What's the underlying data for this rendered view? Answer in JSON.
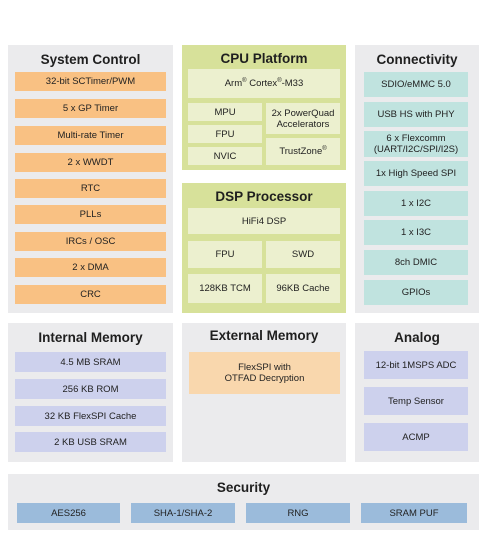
{
  "system_control": {
    "title": "System Control",
    "items": [
      "32-bit SCTimer/PWM",
      "5 x GP Timer",
      "Multi-rate Timer",
      "2 x WWDT",
      "RTC",
      "PLLs",
      "IRCs / OSC",
      "2 x DMA",
      "CRC"
    ]
  },
  "cpu_platform": {
    "title": "CPU Platform",
    "core_a": "Arm",
    "core_reg": "®",
    "core_b": " Cortex",
    "core_c": "-M33",
    "mpu": "MPU",
    "powerquad": "2x PowerQuad\nAccelerators",
    "fpu": "FPU",
    "nvic": "NVIC",
    "trustzone": "TrustZone",
    "trustzone_reg": "®"
  },
  "dsp_processor": {
    "title": "DSP Processor",
    "core": "HiFi4 DSP",
    "fpu": "FPU",
    "swd": "SWD",
    "tcm": "128KB TCM",
    "cache": "96KB Cache"
  },
  "connectivity": {
    "title": "Connectivity",
    "items": [
      "SDIO/eMMC 5.0",
      "USB HS with PHY",
      "6 x Flexcomm\n(UART/I2C/SPI/I2S)",
      "1x High Speed SPI",
      "1 x I2C",
      "1 x I3C",
      "8ch DMIC",
      "GPIOs"
    ]
  },
  "internal_memory": {
    "title": "Internal Memory",
    "items": [
      "4.5 MB SRAM",
      "256 KB ROM",
      "32 KB FlexSPI Cache",
      "2 KB USB SRAM"
    ]
  },
  "external_memory": {
    "title": "External Memory",
    "flexspi": "FlexSPI with\nOTFAD Decryption"
  },
  "analog": {
    "title": "Analog",
    "items": [
      "12-bit 1MSPS ADC",
      "Temp Sensor",
      "ACMP"
    ]
  },
  "security": {
    "title": "Security",
    "items": [
      "AES256",
      "SHA-1/SHA-2",
      "RNG",
      "SRAM PUF"
    ]
  }
}
